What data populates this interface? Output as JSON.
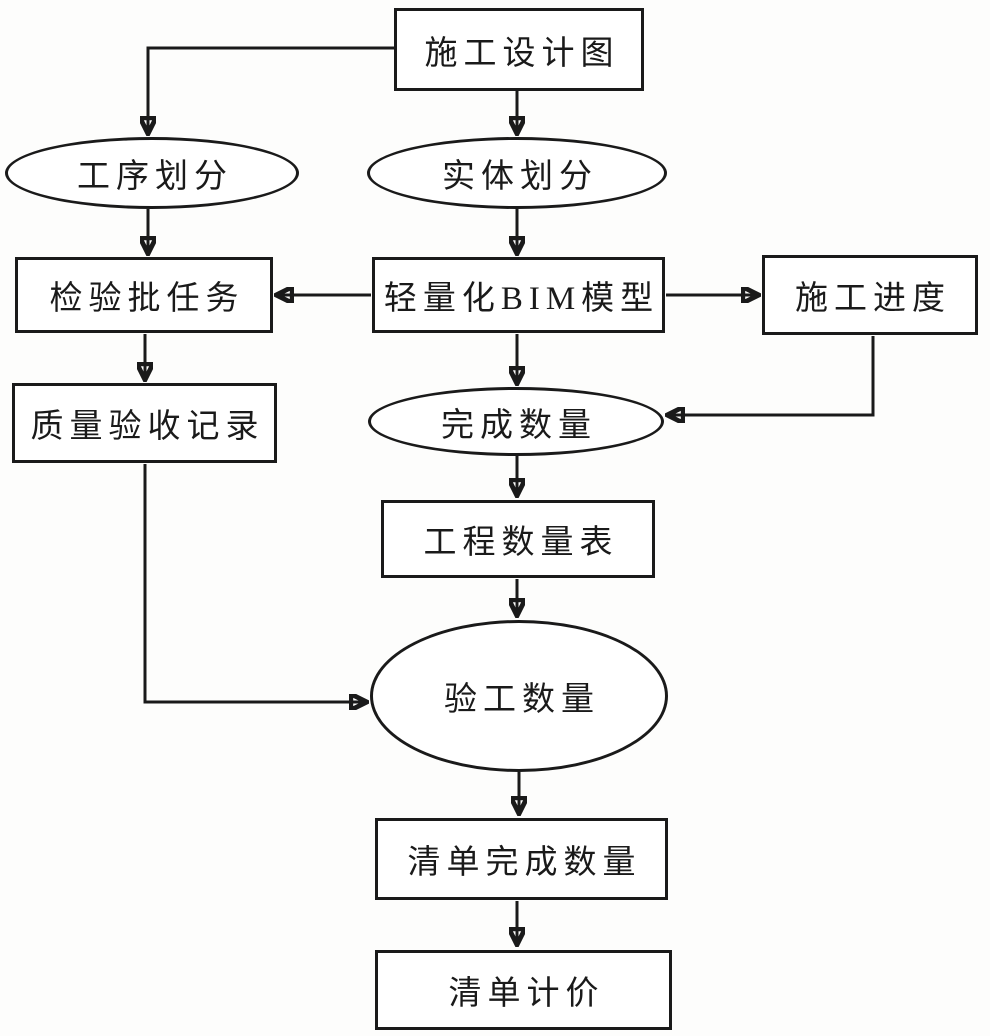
{
  "diagram": {
    "colors": {
      "line": "#1a1a1a",
      "node_fill": "#ffffff",
      "background": "#fdfdfc"
    },
    "nodes": [
      {
        "id": "construction-design-drawing",
        "shape": "rect",
        "label": "施工设计图"
      },
      {
        "id": "process-division",
        "shape": "ellipse",
        "label": "工序划分"
      },
      {
        "id": "entity-division",
        "shape": "ellipse",
        "label": "实体划分"
      },
      {
        "id": "inspection-batch-task",
        "shape": "rect",
        "label": "检验批任务"
      },
      {
        "id": "lightweight-bim-model",
        "shape": "rect",
        "label": "轻量化BIM模型"
      },
      {
        "id": "construction-progress",
        "shape": "rect",
        "label": "施工进度"
      },
      {
        "id": "quality-acceptance-record",
        "shape": "rect",
        "label": "质量验收记录"
      },
      {
        "id": "completed-quantity",
        "shape": "ellipse",
        "label": "完成数量"
      },
      {
        "id": "engineering-quantity-table",
        "shape": "rect",
        "label": "工程数量表"
      },
      {
        "id": "work-acceptance-quantity",
        "shape": "ellipse",
        "label": "验工数量"
      },
      {
        "id": "list-completed-quantity",
        "shape": "rect",
        "label": "清单完成数量"
      },
      {
        "id": "list-pricing",
        "shape": "rect",
        "label": "清单计价"
      }
    ],
    "edges": [
      {
        "from": "construction-design-drawing",
        "to": "process-division"
      },
      {
        "from": "construction-design-drawing",
        "to": "entity-division"
      },
      {
        "from": "process-division",
        "to": "inspection-batch-task"
      },
      {
        "from": "entity-division",
        "to": "lightweight-bim-model"
      },
      {
        "from": "lightweight-bim-model",
        "to": "inspection-batch-task"
      },
      {
        "from": "lightweight-bim-model",
        "to": "construction-progress"
      },
      {
        "from": "inspection-batch-task",
        "to": "quality-acceptance-record"
      },
      {
        "from": "lightweight-bim-model",
        "to": "completed-quantity"
      },
      {
        "from": "construction-progress",
        "to": "completed-quantity"
      },
      {
        "from": "completed-quantity",
        "to": "engineering-quantity-table"
      },
      {
        "from": "engineering-quantity-table",
        "to": "work-acceptance-quantity"
      },
      {
        "from": "quality-acceptance-record",
        "to": "work-acceptance-quantity"
      },
      {
        "from": "work-acceptance-quantity",
        "to": "list-completed-quantity"
      },
      {
        "from": "list-completed-quantity",
        "to": "list-pricing"
      }
    ]
  }
}
